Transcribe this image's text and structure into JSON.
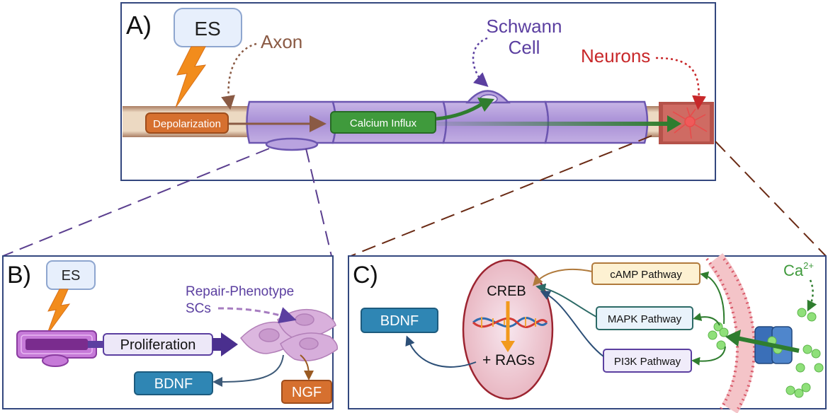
{
  "panel_a": {
    "label": "A)",
    "es": "ES",
    "axon": "Axon",
    "schwann_line1": "Schwann",
    "schwann_line2": "Cell",
    "neurons": "Neurons",
    "depolarization": "Depolarization",
    "calcium_influx": "Calcium Influx"
  },
  "panel_b": {
    "label": "B)",
    "es": "ES",
    "repair_line1": "Repair-Phenotype",
    "repair_line2": "SCs",
    "proliferation": "Proliferation",
    "bdnf": "BDNF",
    "ngf": "NGF"
  },
  "panel_c": {
    "label": "C)",
    "bdnf": "BDNF",
    "creb": "CREB",
    "rags": "+ RAGs",
    "camp": "cAMP Pathway",
    "mapk": "MAPK Pathway",
    "pi3k": "PI3K Pathway",
    "ca": "Ca",
    "ca_sup": "2+"
  },
  "colors": {
    "panel_border": "#33477e",
    "axon_brown": "#8a5a44",
    "schwann_purple": "#5b3fa0",
    "neuron_red": "#c8282a",
    "green": "#3f9a3c",
    "orange": "#d6702f",
    "blue_box": "#2f86b4",
    "bolt": "#f28c1c"
  }
}
